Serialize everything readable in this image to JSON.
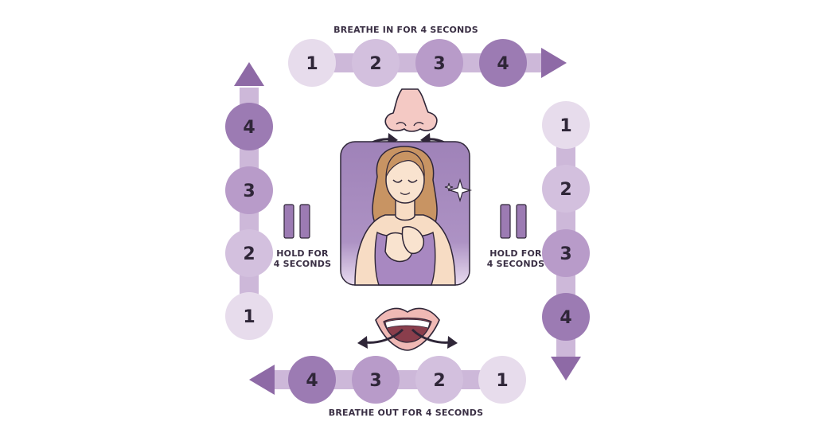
{
  "labels": {
    "breathe_in": "BREATHE IN FOR 4 SECONDS",
    "breathe_out": "BREATHE OUT FOR 4 SECONDS",
    "hold_left_line1": "HOLD FOR",
    "hold_left_line2": "4 SECONDS",
    "hold_right_line1": "HOLD FOR",
    "hold_right_line2": "4 SECONDS"
  },
  "steps": {
    "top": [
      "1",
      "2",
      "3",
      "4"
    ],
    "right": [
      "1",
      "2",
      "3",
      "4"
    ],
    "bottom": [
      "4",
      "3",
      "2",
      "1"
    ],
    "left": [
      "4",
      "3",
      "2",
      "1"
    ]
  },
  "icons": {
    "nose": "nose-icon",
    "mouth": "mouth-icon",
    "woman": "meditating-woman-illustration",
    "pause": "pause-icon",
    "sparkle": "sparkle-icon",
    "arrow": "arrow-icon"
  },
  "colors": {
    "shade1": "#e7dcec",
    "shade2": "#d3c0de",
    "shade3": "#b89bc9",
    "shade4": "#9c7bb3",
    "frame": "#a98dc1",
    "outline": "#2f2638"
  }
}
